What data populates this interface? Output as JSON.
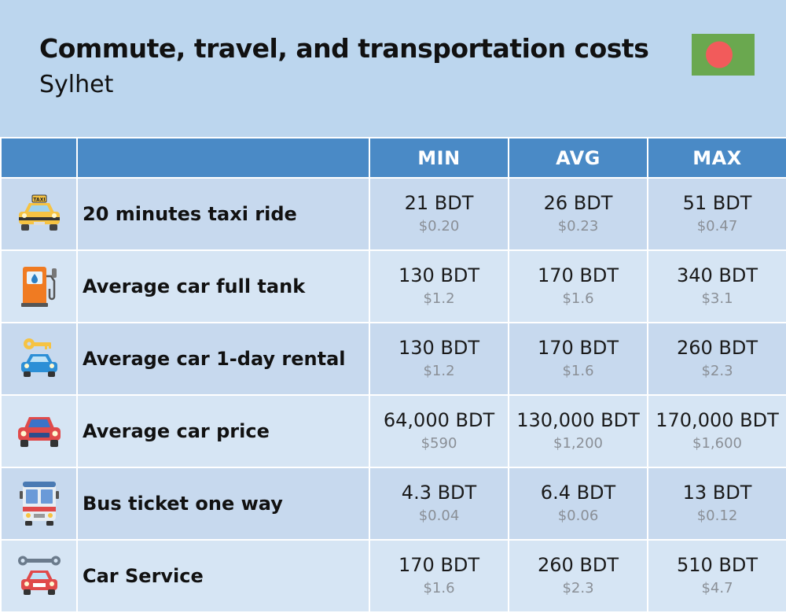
{
  "header": {
    "title": "Commute, travel, and transportation costs",
    "city": "Sylhet",
    "flag_colors": {
      "field": "#6aa84f",
      "disc": "#f25b5b"
    }
  },
  "table": {
    "columns": [
      "",
      "",
      "MIN",
      "AVG",
      "MAX"
    ],
    "rows": [
      {
        "icon": "taxi-icon",
        "label": "20 minutes taxi ride",
        "min": {
          "local": "21 BDT",
          "usd": "$0.20"
        },
        "avg": {
          "local": "26 BDT",
          "usd": "$0.23"
        },
        "max": {
          "local": "51 BDT",
          "usd": "$0.47"
        }
      },
      {
        "icon": "fuel-pump-icon",
        "label": "Average car full tank",
        "min": {
          "local": "130 BDT",
          "usd": "$1.2"
        },
        "avg": {
          "local": "170 BDT",
          "usd": "$1.6"
        },
        "max": {
          "local": "340 BDT",
          "usd": "$3.1"
        }
      },
      {
        "icon": "car-key-icon",
        "label": "Average car 1-day rental",
        "min": {
          "local": "130 BDT",
          "usd": "$1.2"
        },
        "avg": {
          "local": "170 BDT",
          "usd": "$1.6"
        },
        "max": {
          "local": "260 BDT",
          "usd": "$2.3"
        }
      },
      {
        "icon": "red-car-icon",
        "label": "Average car price",
        "min": {
          "local": "64,000 BDT",
          "usd": "$590"
        },
        "avg": {
          "local": "130,000 BDT",
          "usd": "$1,200"
        },
        "max": {
          "local": "170,000 BDT",
          "usd": "$1,600"
        }
      },
      {
        "icon": "bus-icon",
        "label": "Bus ticket one way",
        "min": {
          "local": "4.3 BDT",
          "usd": "$0.04"
        },
        "avg": {
          "local": "6.4 BDT",
          "usd": "$0.06"
        },
        "max": {
          "local": "13 BDT",
          "usd": "$0.12"
        }
      },
      {
        "icon": "wrench-car-icon",
        "label": "Car Service",
        "min": {
          "local": "170 BDT",
          "usd": "$1.6"
        },
        "avg": {
          "local": "260 BDT",
          "usd": "$2.3"
        },
        "max": {
          "local": "510 BDT",
          "usd": "$4.7"
        }
      }
    ]
  }
}
